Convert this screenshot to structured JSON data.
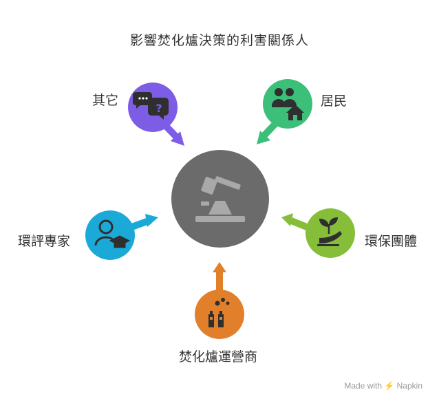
{
  "title": "影響焚化爐決策的利害關係人",
  "center": {
    "icon": "gavel-icon",
    "color": "#6b6b6b"
  },
  "nodes": [
    {
      "key": "other",
      "label": "其它",
      "icon": "question-chat-icon",
      "color": "#7d5ce6"
    },
    {
      "key": "residents",
      "label": "居民",
      "icon": "people-house-icon",
      "color": "#3cc079"
    },
    {
      "key": "env-experts",
      "label": "環評專家",
      "icon": "expert-graduate-icon",
      "color": "#1baad7"
    },
    {
      "key": "env-groups",
      "label": "環保團體",
      "icon": "plant-hand-icon",
      "color": "#86bd39"
    },
    {
      "key": "operator",
      "label": "焚化爐運營商",
      "icon": "factory-chimney-icon",
      "color": "#e27f2b"
    }
  ],
  "watermark": "Made with ⚡ Napkin"
}
